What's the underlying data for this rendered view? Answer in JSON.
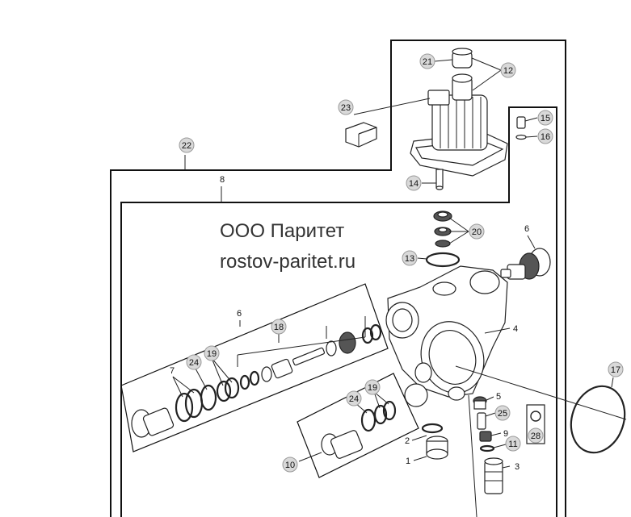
{
  "watermark": {
    "line1": "ООО Паритет",
    "line2": "rostov-paritet.ru"
  },
  "callouts": {
    "c1": "1",
    "c2": "2",
    "c3": "3",
    "c4": "4",
    "c5": "5",
    "c6_right": "6",
    "c6_group": "6",
    "c7": "7",
    "c8": "8",
    "c9": "9",
    "c10": "10",
    "c11": "11",
    "c12": "12",
    "c13": "13",
    "c14": "14",
    "c15": "15",
    "c16": "16",
    "c17": "17",
    "c18": "18",
    "c19_left": "19",
    "c19_right": "19",
    "c20": "20",
    "c21": "21",
    "c22": "22",
    "c23": "23",
    "c24_left": "24",
    "c24_right": "24",
    "c25": "25",
    "c28": "28"
  }
}
